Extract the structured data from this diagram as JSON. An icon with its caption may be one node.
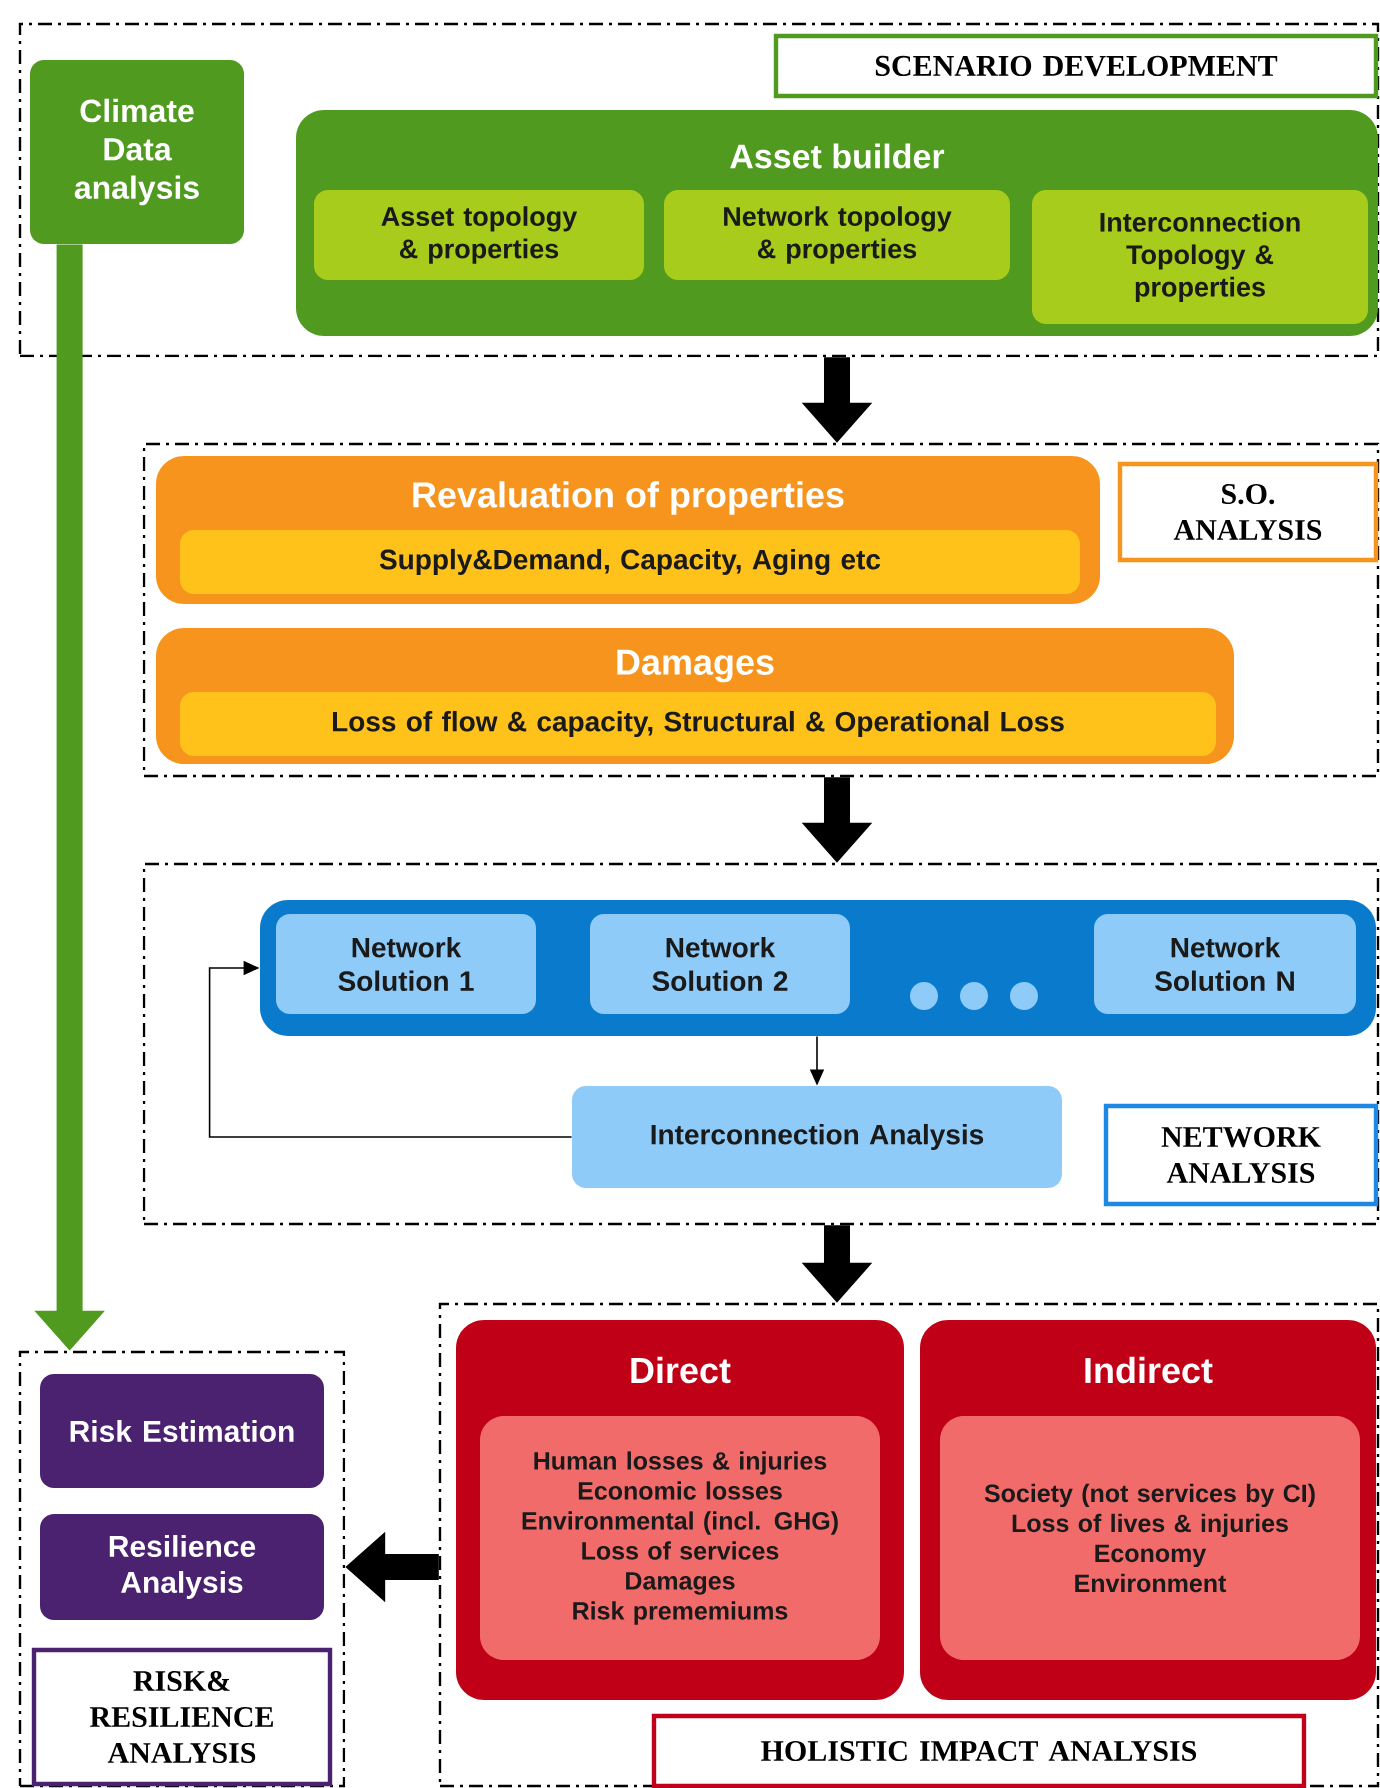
{
  "diagram": {
    "nodes": [
      {
        "text": [
          "SCENARIO DEVELOPMENT"
        ]
      },
      {
        "text": [
          "Climate Data analysis"
        ],
        "in": 0
      },
      {
        "text": [
          "Asset builder"
        ],
        "in": 0
      },
      {
        "text": [
          "Asset topology & properties"
        ],
        "in": 2
      },
      {
        "text": [
          "Network topology & properties"
        ],
        "in": 2
      },
      {
        "text": [
          "Interconnection Topology & properties"
        ],
        "in": 2
      },
      {
        "text": [
          "S.O. ANALYSIS"
        ]
      },
      {
        "text": [
          "Revaluation of properties"
        ],
        "in": 6
      },
      {
        "text": [
          "Supply&Demand, Capacity, Aging etc"
        ],
        "in": 7
      },
      {
        "text": [
          "Damages"
        ],
        "in": 6
      },
      {
        "text": [
          "Loss of flow & capacity, Structural & Operational Loss"
        ],
        "in": 9
      },
      {
        "text": [
          "NETWORK ANALYSIS"
        ]
      },
      {
        "text": [],
        "shape": "box",
        "in": 11
      },
      {
        "text": [
          "Network Solution 1"
        ],
        "in": 12
      },
      {
        "text": [
          "Network Solution 2"
        ],
        "in": 12
      },
      {
        "text": [
          "Network Solution N"
        ],
        "in": 12
      },
      {
        "text": [
          "Interconnection Analysis"
        ],
        "in": 11
      },
      {
        "text": [
          "HOLISTIC IMPACT ANALYSIS"
        ]
      },
      {
        "text": [
          "Direct"
        ],
        "in": 17
      },
      {
        "text": [
          "Human losses & injuries",
          "Economic losses",
          "Environmental (incl. GHG)",
          "Loss of services",
          "Damages",
          "Risk prememiums"
        ],
        "in": 18
      },
      {
        "text": [
          "Indirect"
        ],
        "in": 17
      },
      {
        "text": [
          "Society (not services by CI)",
          "Loss of lives & injuries",
          "Economy",
          "Environment"
        ],
        "in": 20
      },
      {
        "text": [
          "RISK& RESILIENCE ANALYSIS"
        ]
      },
      {
        "text": [
          "Risk Estimation"
        ],
        "in": 22
      },
      {
        "text": [
          "Resilience Analysis"
        ],
        "in": 22
      }
    ],
    "edges": [
      {
        "from": 0,
        "to": 6,
        "arrow": "to"
      },
      {
        "from": 6,
        "to": 11,
        "arrow": "to"
      },
      {
        "from": 11,
        "to": 17,
        "arrow": "to"
      },
      {
        "from": 17,
        "to": 22,
        "arrow": "to"
      },
      {
        "from": 1,
        "to": 22,
        "arrow": "to",
        "color": "#4f9a1f"
      },
      {
        "from": 12,
        "to": 16,
        "arrow": "to"
      },
      {
        "from": 16,
        "to": 12,
        "arrow": "to"
      }
    ]
  }
}
